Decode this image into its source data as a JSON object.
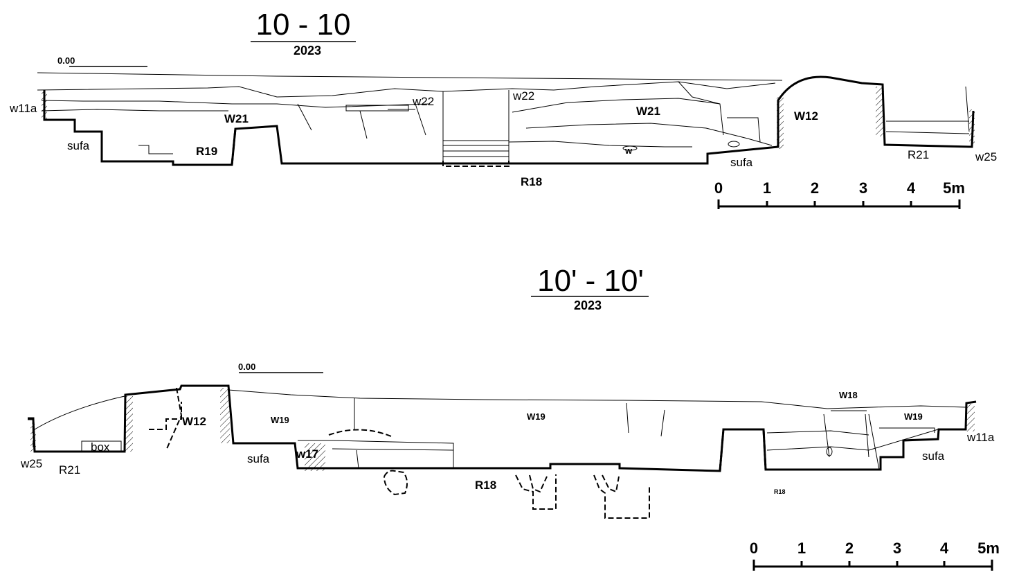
{
  "sections": [
    {
      "title": "10 - 10",
      "year": "2023",
      "datum": "0.00",
      "labels": {
        "w11a": "w11a",
        "sufa_left": "sufa",
        "w21_left": "W21",
        "r19": "R19",
        "w22_a": "w22",
        "w22_b": "w22",
        "w21_right": "W21",
        "w_small": "w",
        "r18": "R18",
        "sufa_right": "sufa",
        "w12": "W12",
        "r21": "R21",
        "w25": "w25"
      },
      "scale": {
        "ticks": [
          "0",
          "1",
          "2",
          "3",
          "4"
        ],
        "end": "5m"
      }
    },
    {
      "title": "10' - 10'",
      "year": "2023",
      "datum": "0.00",
      "labels": {
        "box": "box",
        "w25": "w25",
        "r21": "R21",
        "w12": "W12",
        "w19_left": "W19",
        "sufa_left": "sufa",
        "w17": "w17",
        "w19_mid": "W19",
        "r18": "R18",
        "r18_small": "R18",
        "w18": "W18",
        "w19_right": "W19",
        "sufa_right": "sufa",
        "w11a": "w11a"
      },
      "scale": {
        "ticks": [
          "0",
          "1",
          "2",
          "3",
          "4"
        ],
        "end": "5m"
      }
    }
  ]
}
